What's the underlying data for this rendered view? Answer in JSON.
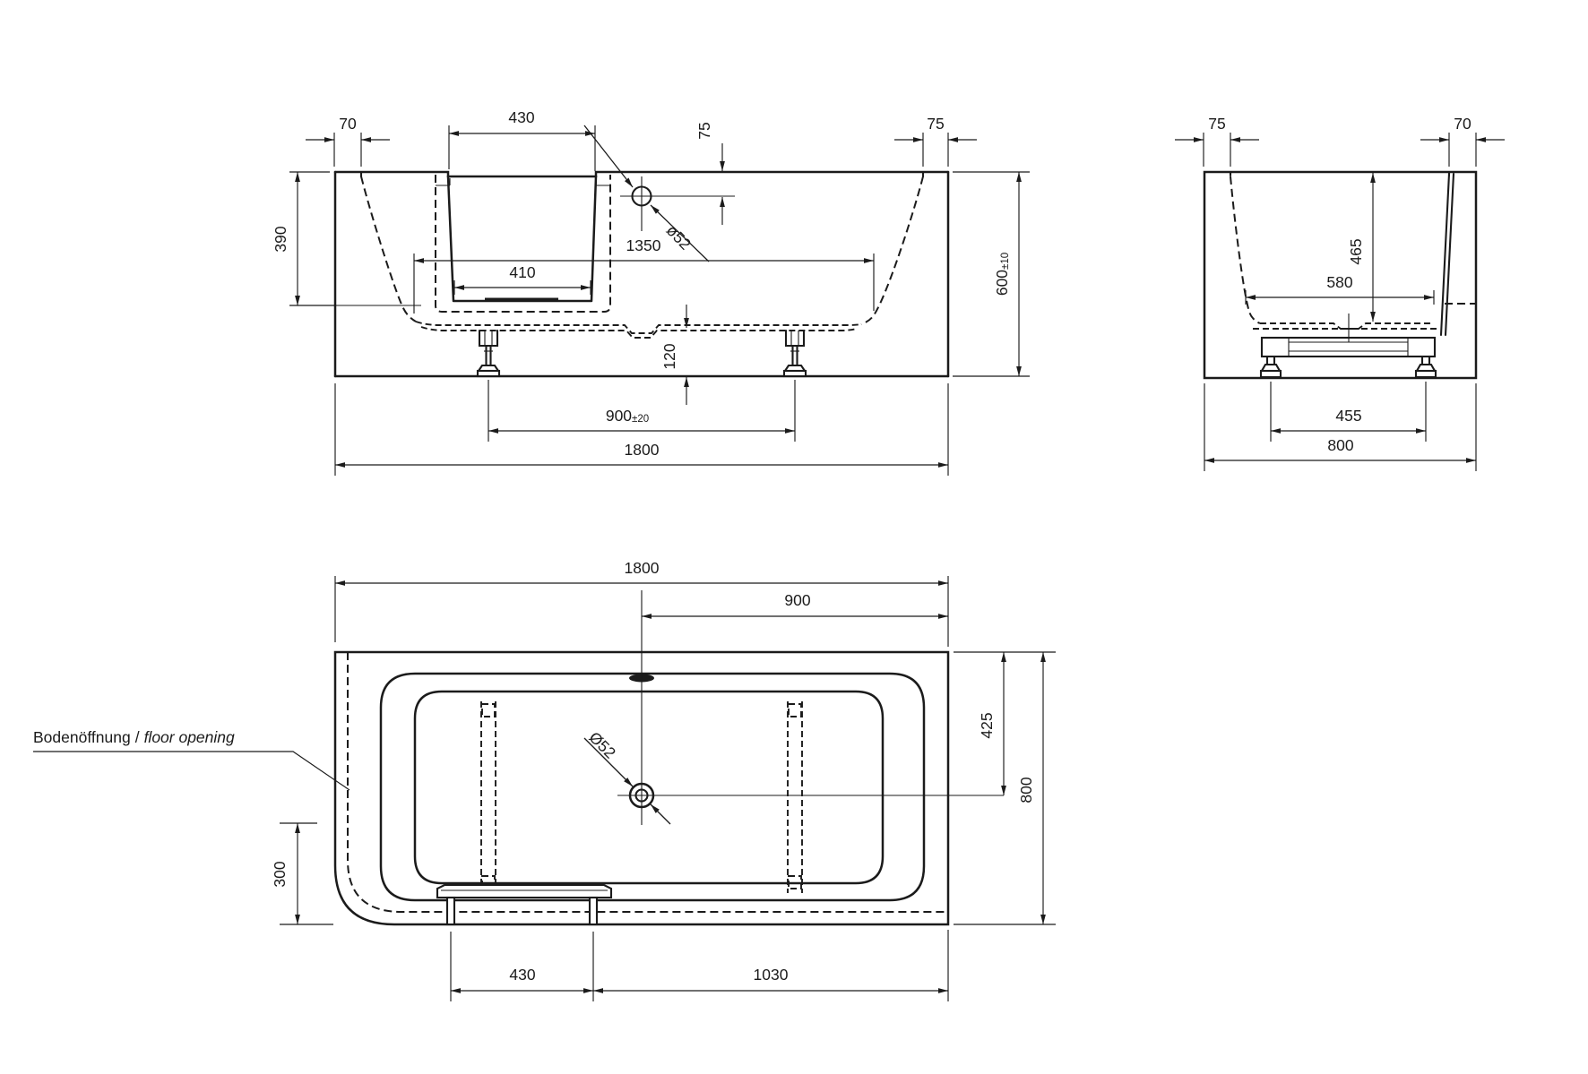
{
  "drawing": {
    "subject": "bathtub-three-view-dimension-drawing",
    "colors": {
      "line": "#1b1b1b",
      "background": "#ffffff"
    },
    "front_view": {
      "dim_lip_left": "70",
      "dim_seat_top_width": "430",
      "dim_overflow_from_top": "75",
      "dim_lip_right": "75",
      "dim_depth_to_floor": "390",
      "dim_interior_length": "1350",
      "dim_seat_bottom_width": "410",
      "dim_overflow_diameter": "ø52",
      "dim_under_clearance": "120",
      "dim_feet_spacing": "900",
      "dim_feet_spacing_tolerance": "±20",
      "dim_overall_length": "1800",
      "dim_overall_height": "600",
      "dim_overall_height_tolerance": "±10"
    },
    "end_view": {
      "dim_lip_left": "75",
      "dim_lip_right": "70",
      "dim_interior_depth": "465",
      "dim_interior_width": "580",
      "dim_feet_spacing": "455",
      "dim_overall_width": "800"
    },
    "plan_view": {
      "dim_overall_length": "1800",
      "dim_overflow_to_end": "900",
      "dim_drain_from_edge": "425",
      "dim_overall_width": "800",
      "dim_corner_zone": "300",
      "dim_drain_diameter": "Ø52",
      "dim_floor_opening_width": "430",
      "dim_basin_length": "1030",
      "floor_opening_label_de": "Bodenöffnung",
      "floor_opening_separator": "/",
      "floor_opening_label_en": "floor opening"
    }
  }
}
